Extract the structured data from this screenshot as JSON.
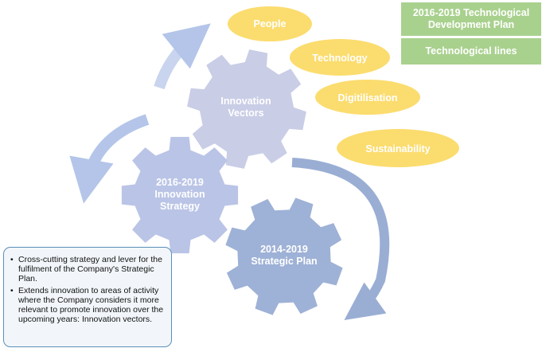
{
  "gears": {
    "vectors": [
      "Innovation",
      "Vectors"
    ],
    "strategy": [
      "2016-2019",
      "Innovation",
      "Strategy"
    ],
    "plan": [
      "2014-2019",
      "Strategic Plan"
    ]
  },
  "vectors": [
    "People",
    "Technology",
    "Digitilisation",
    "Sustainability"
  ],
  "boxes": {
    "dev_plan": "2016-2019 Technological Development Plan",
    "lines": "Technological lines"
  },
  "note": {
    "bullets": [
      "Cross-cutting strategy and lever for the fulfilment of the Company's Strategic Plan.",
      "Extends innovation to areas of activity where the Company considers it more relevant to promote innovation over the upcoming years: Innovation vectors."
    ]
  },
  "colors": {
    "gear_vectors": "#c9cde6",
    "gear_strategy": "#bac4e6",
    "gear_plan": "#9eb1d6",
    "arrow": "#b4c5e9",
    "arrow_dark": "#9aaed4",
    "ellipse": "#fbdc6e",
    "green": "#a9d18e"
  }
}
